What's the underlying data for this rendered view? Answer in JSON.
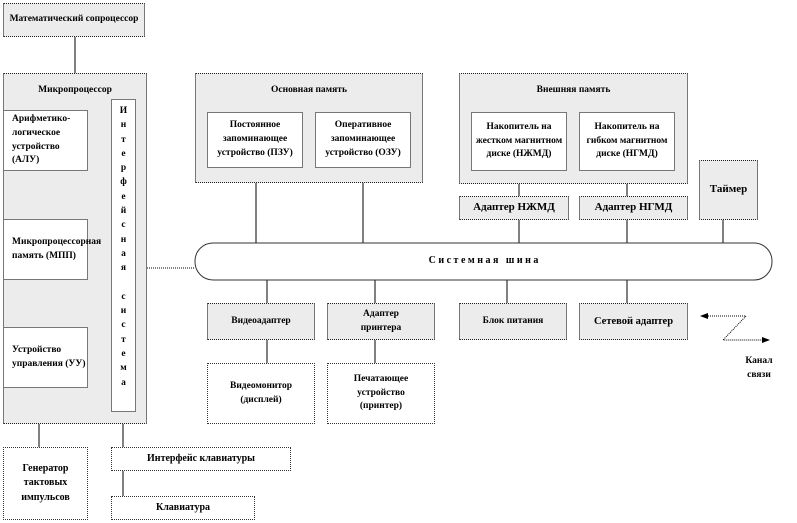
{
  "coprocessor": "Математический сопроцессор",
  "microprocessor": {
    "title": "Микропроцессор",
    "alu": "Арифметико-логическое устройство (АЛУ)",
    "mpp": "Микропроцессорная память (МПП)",
    "cu": "Устройство управления (УУ)",
    "interface": "Интерфейсная система"
  },
  "main_memory": {
    "title": "Основная память",
    "rom": "Постоянное запоминающее устройство (ПЗУ)",
    "ram": "Оперативное запоминающее устройство (ОЗУ)"
  },
  "external_memory": {
    "title": "Внешняя память",
    "hdd": "Накопитель на жестком магнитном диске (НЖМД)",
    "fdd": "Накопитель на гибком магнитном диске (НГМД)"
  },
  "hdd_adapter": "Адаптер НЖМД",
  "fdd_adapter": "Адаптер НГМД",
  "timer": "Таймер",
  "bus": "С и с т е м н а я   ш и н а",
  "video_adapter": "Видеоадаптер",
  "printer_adapter": "Адаптер принтера",
  "power_supply": "Блок питания",
  "network_adapter": "Сетевой адаптер",
  "monitor": "Видеомонитор (дисплей)",
  "printer": "Печатающее устройство (принтер)",
  "channel": "Канал связи",
  "clock_generator": "Генератор тактовых импульсов",
  "keyboard_interface": "Интерфейс клавиатуры",
  "keyboard": "Клавиатура"
}
